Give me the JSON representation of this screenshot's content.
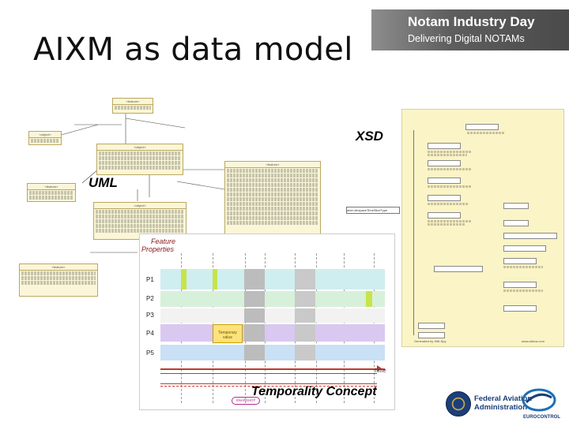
{
  "slide": {
    "title": "AIXM as data model"
  },
  "banner": {
    "line1": "Notam Industry Day",
    "line2": "Delivering Digital NOTAMs",
    "bg_color": "#5e5e5e"
  },
  "uml": {
    "label": "UML"
  },
  "xsd": {
    "label": "XSD",
    "root_element": "aixm:AirspaceTimeSliceType",
    "footer_left": "Generated by XMLSpy",
    "footer_right": "www.altova.com",
    "bg_color": "#faf4c6"
  },
  "temporality": {
    "label": "Temporality Concept",
    "feature_label": "Feature",
    "properties_label": "Properties",
    "time_label": "Time",
    "rows": [
      "P1",
      "P2",
      "P3",
      "P4",
      "P5"
    ],
    "temporary_value_label": "Temporary value",
    "snapshot_label": "SNAPSHOT"
  },
  "footer": {
    "faa_line1": "Federal Aviation",
    "faa_line2": "Administration",
    "eurocontrol": "EUROCONTROL",
    "faa_color": "#1c3f7a"
  }
}
